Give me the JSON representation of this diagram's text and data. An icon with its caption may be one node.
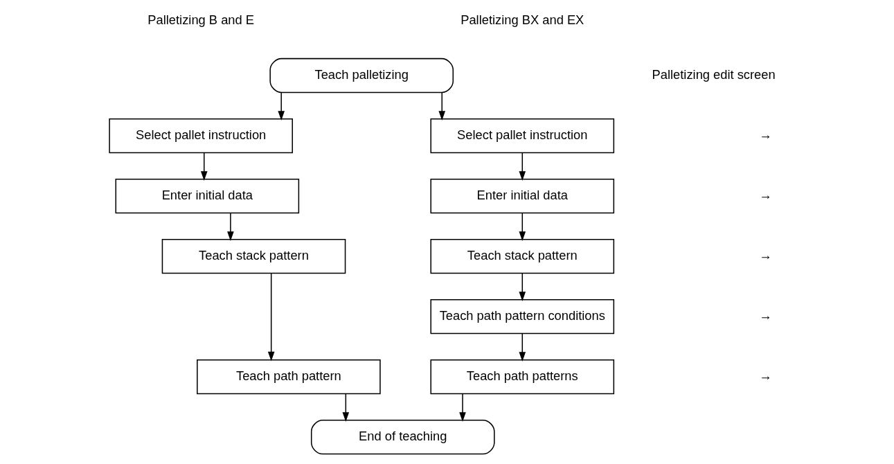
{
  "diagram": {
    "nodes": [
      {
        "text": [
          "Teach palletizing"
        ]
      },
      {
        "text": [
          "Select pallet instruction"
        ]
      },
      {
        "text": [
          "Enter initial data"
        ]
      },
      {
        "text": [
          "Teach stack pattern"
        ]
      },
      {
        "text": [
          "Teach path pattern"
        ]
      },
      {
        "text": [
          "Select pallet instruction"
        ]
      },
      {
        "text": [
          "Enter initial data"
        ]
      },
      {
        "text": [
          "Teach stack pattern"
        ]
      },
      {
        "text": [
          "Teach path pattern conditions"
        ]
      },
      {
        "text": [
          "Teach path patterns"
        ]
      },
      {
        "text": [
          "End of teaching"
        ]
      }
    ],
    "edges": [
      {
        "from": 0,
        "to": 1,
        "arrow": "to"
      },
      {
        "from": 0,
        "to": 5,
        "arrow": "to"
      },
      {
        "from": 1,
        "to": 2,
        "arrow": "to"
      },
      {
        "from": 2,
        "to": 3,
        "arrow": "to"
      },
      {
        "from": 3,
        "to": 4,
        "arrow": "to"
      },
      {
        "from": 5,
        "to": 6,
        "arrow": "to"
      },
      {
        "from": 6,
        "to": 7,
        "arrow": "to"
      },
      {
        "from": 7,
        "to": 8,
        "arrow": "to"
      },
      {
        "from": 8,
        "to": 9,
        "arrow": "to"
      },
      {
        "from": 4,
        "to": 10,
        "arrow": "to"
      },
      {
        "from": 9,
        "to": 10,
        "arrow": "to"
      }
    ],
    "labels": [
      "Palletizing B and E",
      "Palletizing BX and EX",
      "Palletizing edit screen",
      "→",
      "→",
      "→",
      "→",
      "→"
    ]
  }
}
